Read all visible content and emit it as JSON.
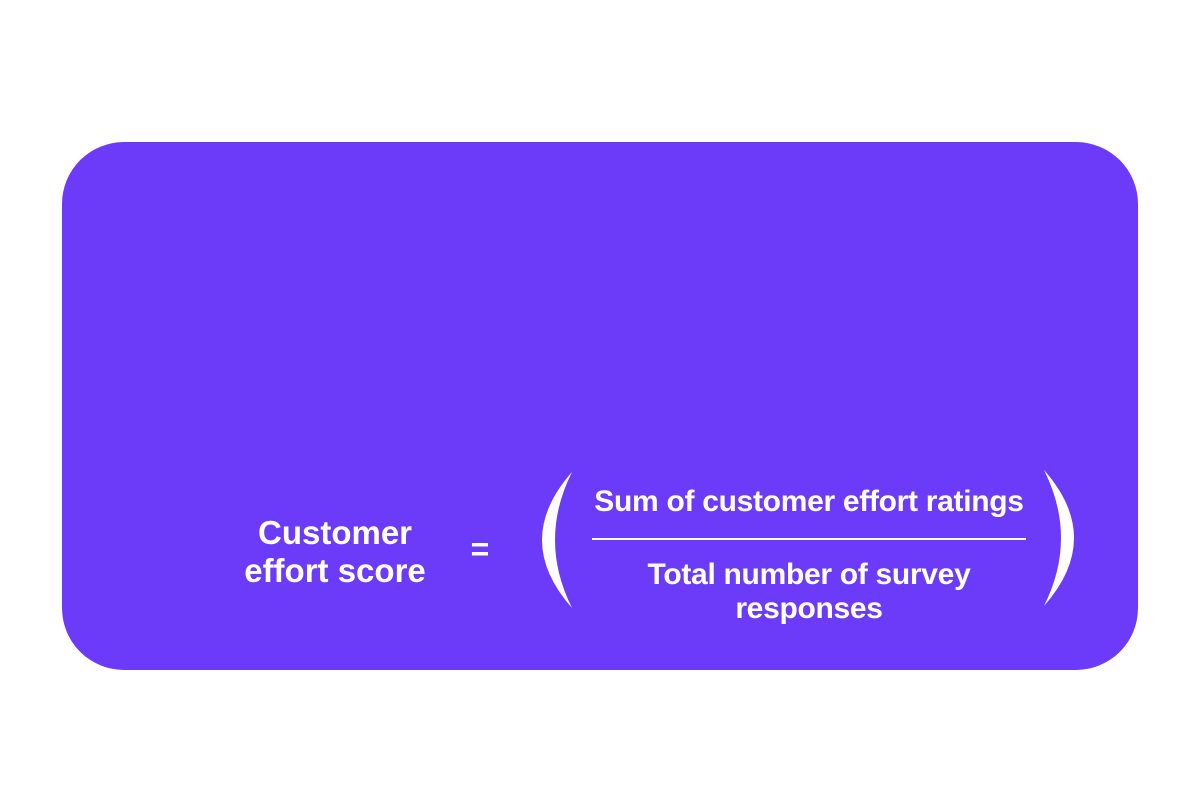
{
  "canvas": {
    "background_color": "#FFFFFF"
  },
  "card": {
    "background_color": "#6C3BFA",
    "text_color": "#FFFFFF"
  },
  "formula": {
    "lhs_line1": "Customer",
    "lhs_line2": "effort score",
    "equals": "=",
    "open_paren": "(",
    "close_paren": ")",
    "numerator": "Sum of customer effort ratings",
    "denominator_line1": "Total number of survey",
    "denominator_line2": "responses"
  }
}
